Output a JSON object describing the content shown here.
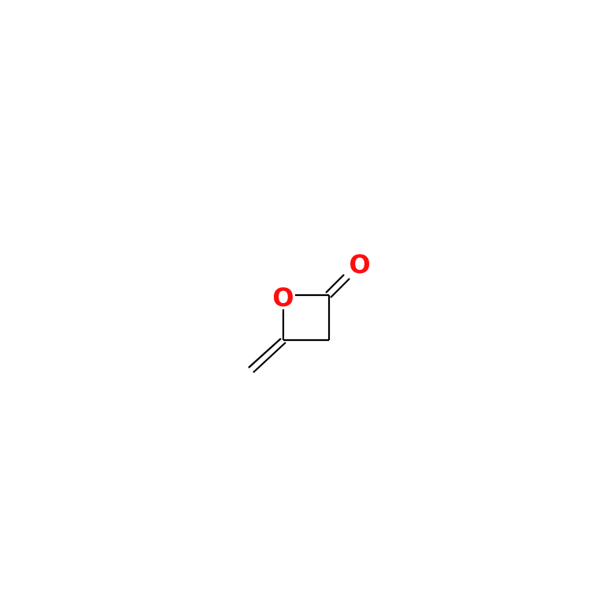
{
  "molecule": {
    "atoms": [
      {
        "id": "O1",
        "label": "O",
        "color": "#ff0d0d"
      },
      {
        "id": "O2",
        "label": "O",
        "color": "#ff0d0d"
      }
    ],
    "bond_color": "#000000"
  }
}
